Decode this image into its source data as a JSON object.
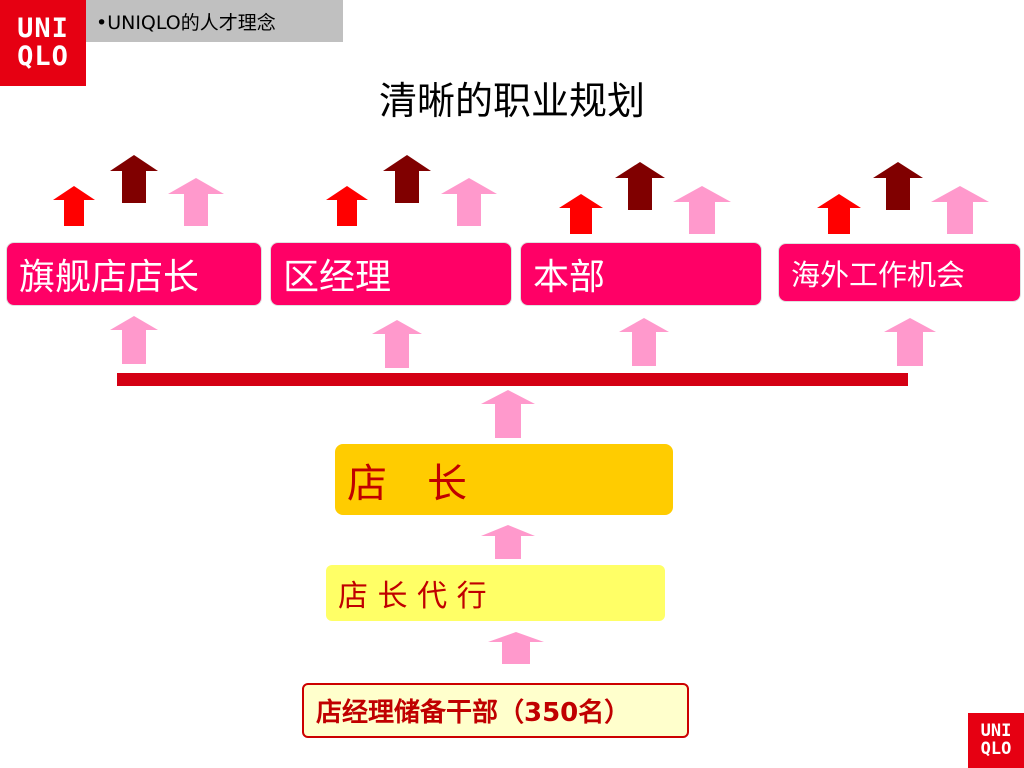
{
  "brand": {
    "logo_top_line1": "UNI",
    "logo_top_line2": "QLO",
    "logo_bottom_line1": "UNI",
    "logo_bottom_line2": "QLO",
    "color": "#e60012"
  },
  "header": {
    "tag": "•UNIQLO的人才理念"
  },
  "title": "清晰的职业规划",
  "career": {
    "top_roles": [
      "旗舰店店长",
      "区经理",
      "本部",
      "海外工作机会"
    ],
    "store_manager": "店　长",
    "acting_manager": "店 长 代 行",
    "reserve_cadre": "店经理储备干部（350名）"
  },
  "colors": {
    "role_box": "#ff0066",
    "store_manager_box": "#ffcc00",
    "acting_box": "#ffff66",
    "reserve_box": "#ffffcc",
    "connector_bar": "#d40014",
    "arrow_red": "#ff0000",
    "arrow_dark": "#800000",
    "arrow_pink": "#ff99cc"
  }
}
